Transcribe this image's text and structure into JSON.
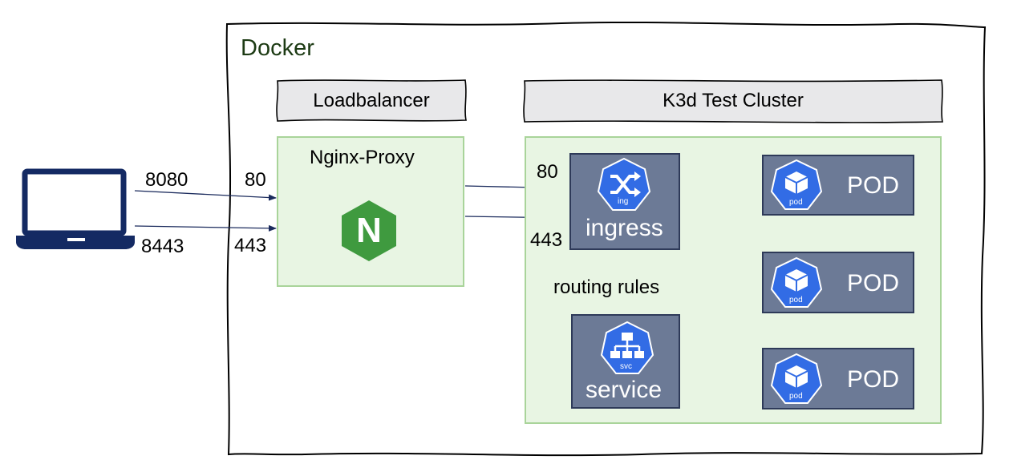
{
  "docker": {
    "title": "Docker"
  },
  "loadbalancer": {
    "banner": "Loadbalancer",
    "proxy_title": "Nginx-Proxy",
    "port_in_http": "80",
    "port_in_https": "443",
    "logo_letter": "N"
  },
  "client": {
    "port_http": "8080",
    "port_https": "8443"
  },
  "cluster": {
    "banner": "K3d Test Cluster",
    "ingress": {
      "label": "ingress",
      "icon_caption": "ing",
      "port_http": "80",
      "port_https": "443"
    },
    "routing_label": "routing rules",
    "service": {
      "label": "service",
      "icon_caption": "svc"
    },
    "pods": [
      {
        "label": "POD",
        "icon_caption": "pod"
      },
      {
        "label": "POD",
        "icon_caption": "pod"
      },
      {
        "label": "POD",
        "icon_caption": "pod"
      }
    ]
  },
  "colors": {
    "docker_text": "#1d3b14",
    "green_fill": "#e8f5e3",
    "green_border": "#a9d49a",
    "slate_fill": "#6c7a96",
    "slate_border": "#2e3a59",
    "k8s_blue": "#326ce5",
    "nginx_green": "#3f9a3f",
    "laptop_navy": "#142a63",
    "arrow_navy": "#1a2a5c"
  }
}
